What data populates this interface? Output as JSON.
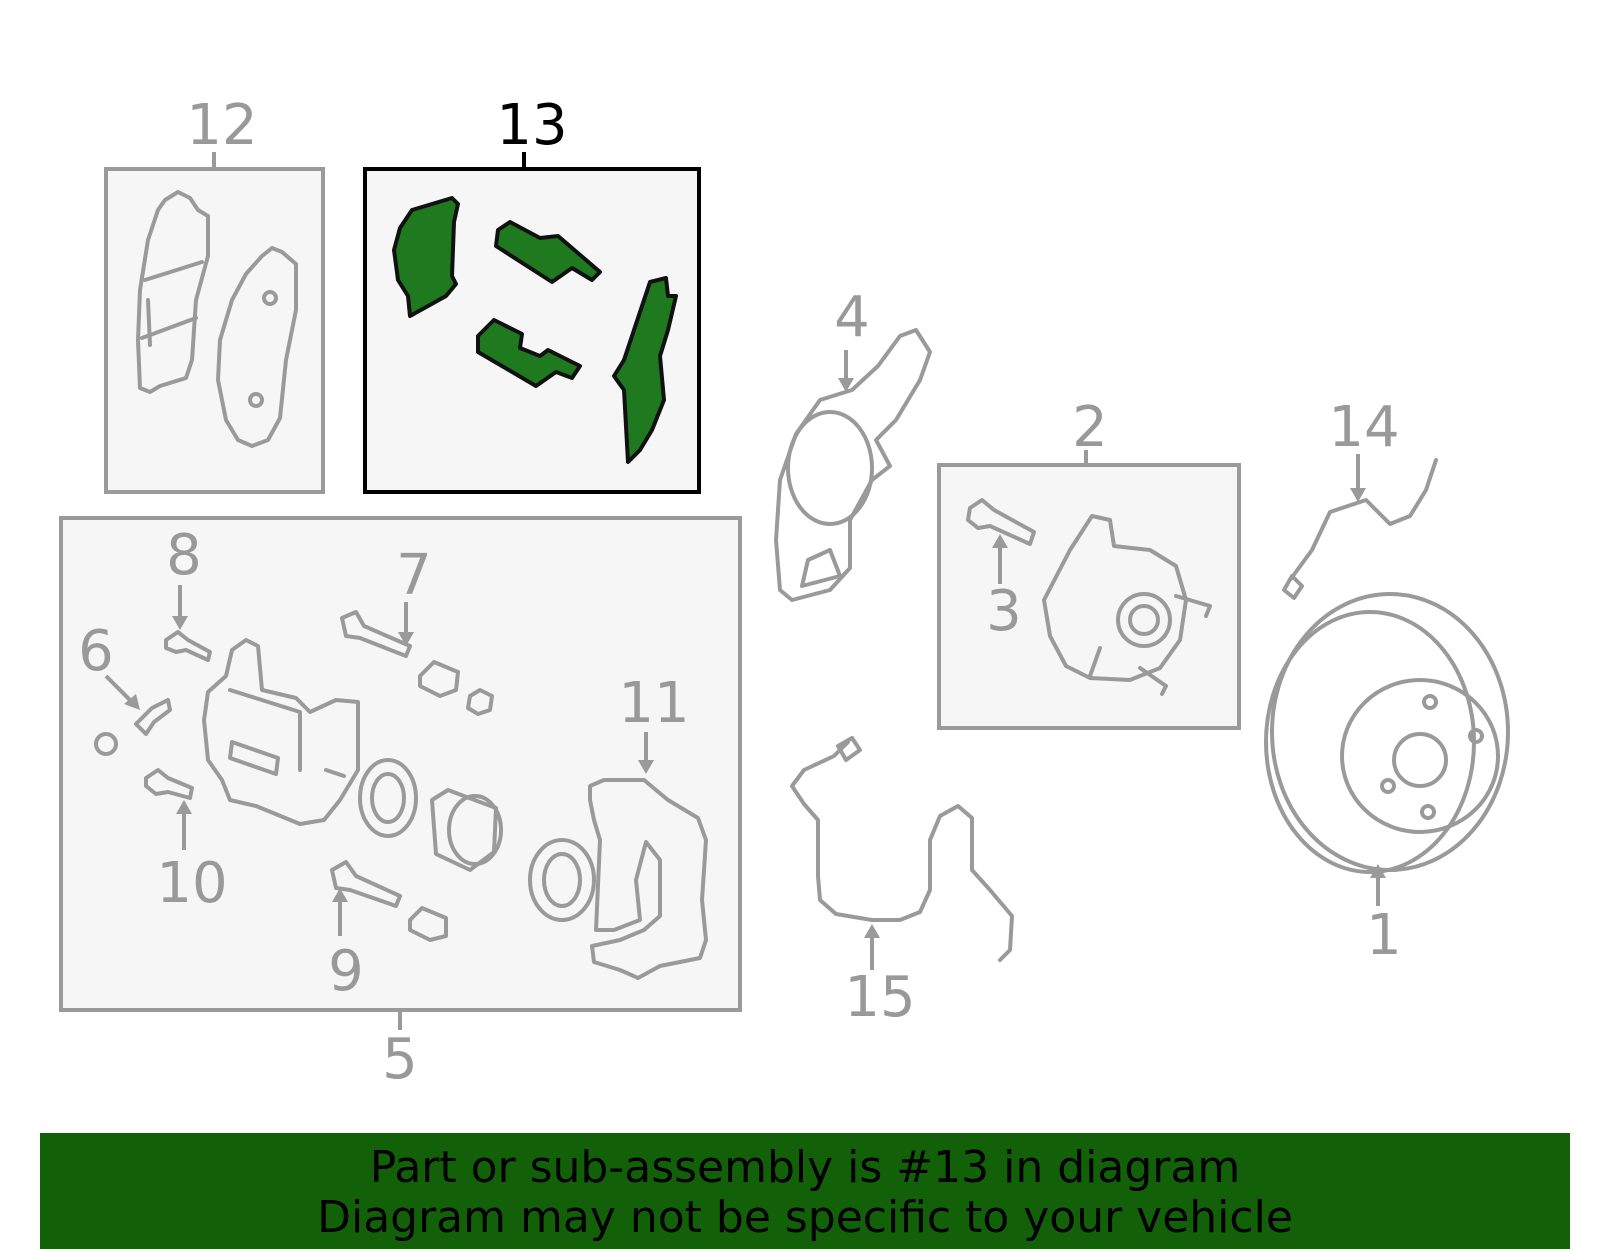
{
  "diagram": {
    "callouts": [
      "1",
      "2",
      "3",
      "4",
      "5",
      "6",
      "7",
      "8",
      "9",
      "10",
      "11",
      "12",
      "13",
      "14",
      "15"
    ],
    "highlighted_callout": "13",
    "highlight_color": "#1f7a1f"
  },
  "banner": {
    "line1": "Part or sub-assembly is #13 in diagram",
    "line2": "Diagram may not be specific to your vehicle",
    "background": "#126108"
  }
}
